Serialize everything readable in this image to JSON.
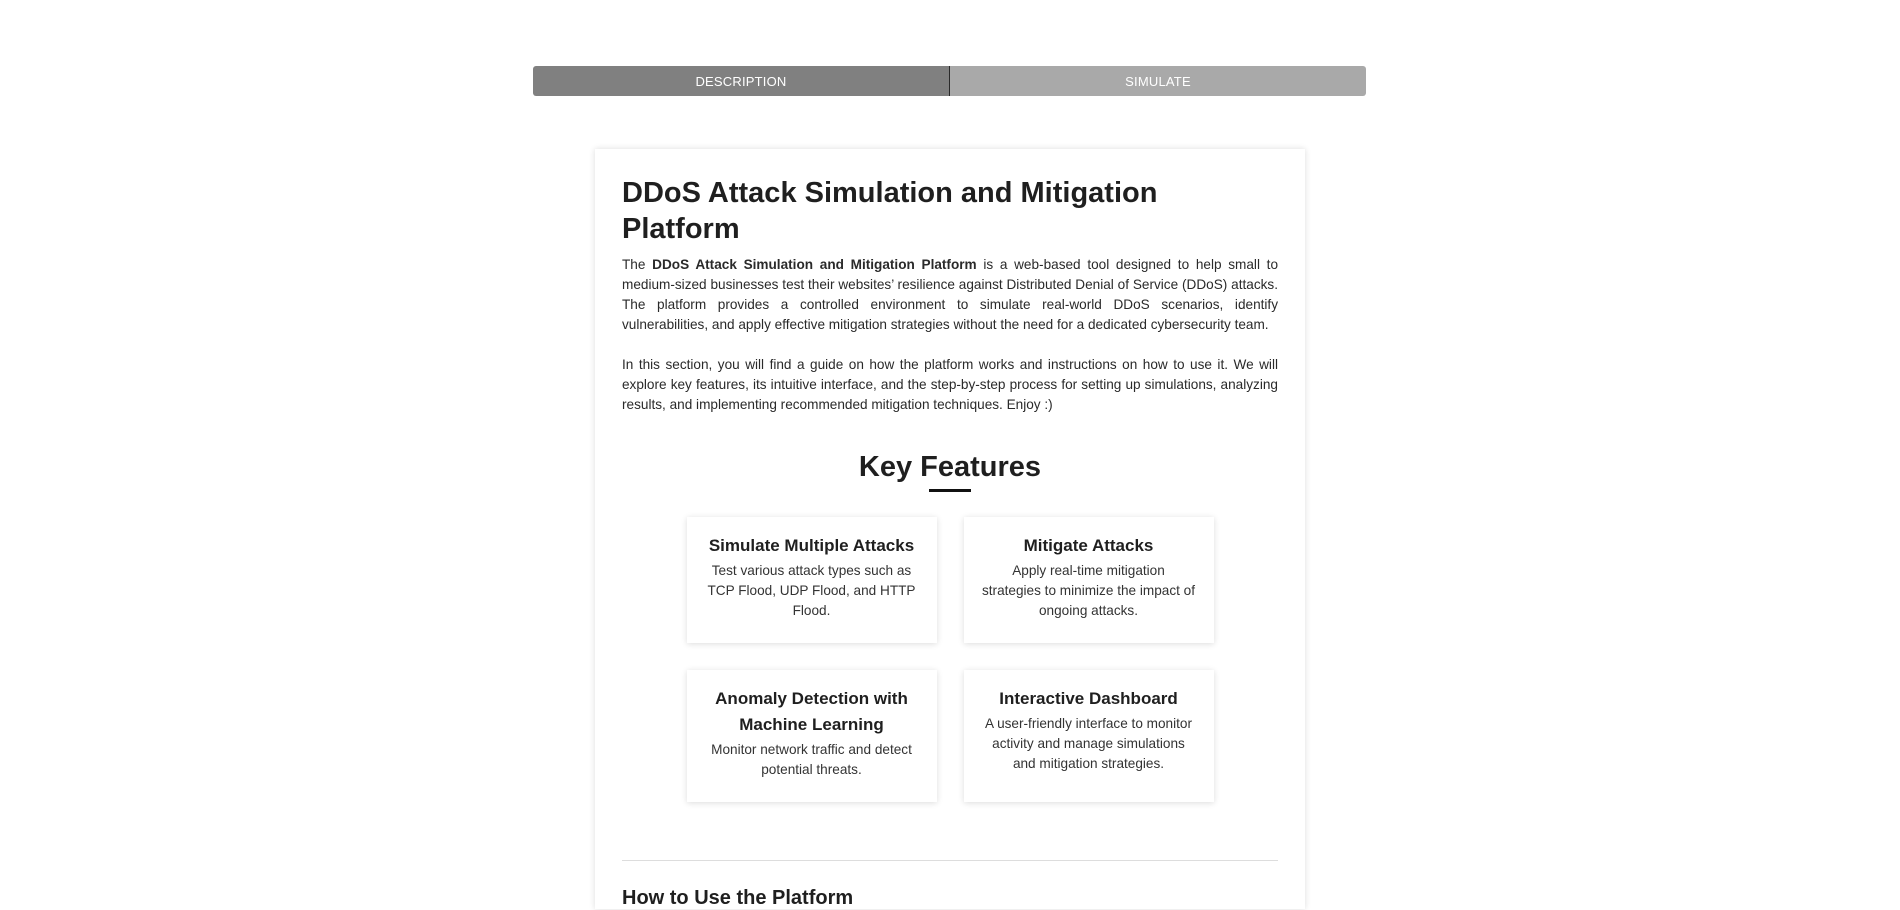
{
  "tabs": {
    "description": "DESCRIPTION",
    "simulate": "SIMULATE"
  },
  "main": {
    "title": "DDoS Attack Simulation and Mitigation Platform",
    "intro_prefix": "The ",
    "intro_bold": "DDoS Attack Simulation and Mitigation Platform",
    "intro_suffix": " is a web-based tool designed to help small to medium-sized businesses test their websites’ resilience against Distributed Denial of Service (DDoS) attacks. The platform provides a controlled environment to simulate real-world DDoS scenarios, identify vulnerabilities, and apply effective mitigation strategies without the need for a dedicated cybersecurity team.",
    "guide": "In this section, you will find a guide on how the platform works and instructions on how to use it. We will explore key features, its intuitive interface, and the step-by-step process for setting up simulations, analyzing results, and implementing recommended mitigation techniques. Enjoy :)",
    "key_features_heading": "Key Features",
    "features": [
      {
        "title": "Simulate Multiple Attacks",
        "text": "Test various attack types such as TCP Flood, UDP Flood, and HTTP Flood."
      },
      {
        "title": "Mitigate Attacks",
        "text": "Apply real-time mitigation strategies to minimize the impact of ongoing attacks."
      },
      {
        "title": "Anomaly Detection with Machine Learning",
        "text": "Monitor network traffic and detect potential threats."
      },
      {
        "title": "Interactive Dashboard",
        "text": "A user-friendly interface to monitor activity and manage simulations and mitigation strategies."
      }
    ],
    "how_to_heading": "How to Use the Platform"
  },
  "colors": {
    "tab_active": "#808080",
    "tab_inactive": "#a9a9a9",
    "text": "#222222"
  }
}
